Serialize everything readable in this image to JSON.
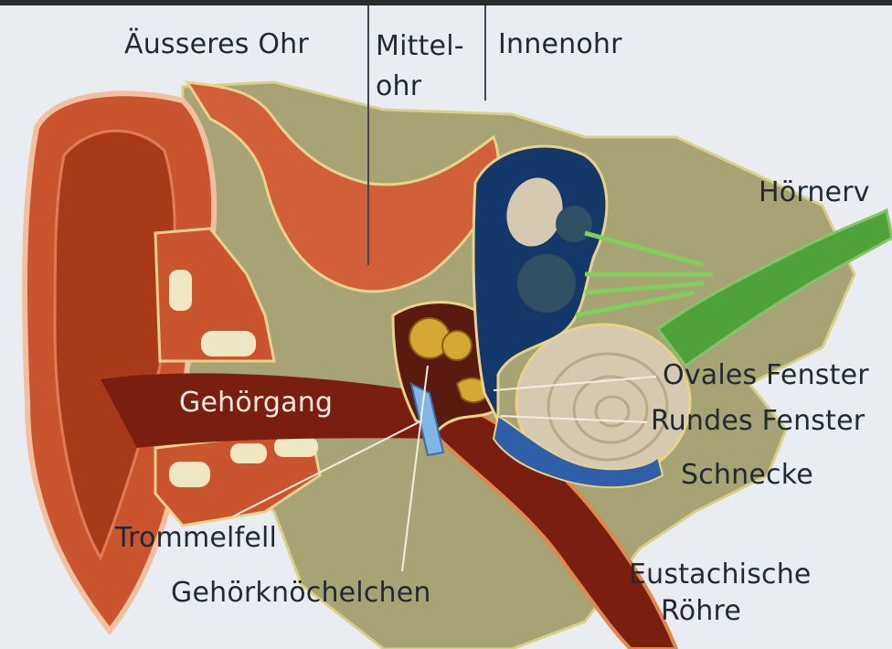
{
  "sections": {
    "outer": "Äusseres Ohr",
    "middle_line1": "Mittel-",
    "middle_line2": "ohr",
    "inner": "Innenohr"
  },
  "labels": {
    "hoernerv": "Hörnerv",
    "ovales_fenster": "Ovales Fenster",
    "rundes_fenster": "Rundes Fenster",
    "schnecke": "Schnecke",
    "gehoergang": "Gehörgang",
    "trommelfell": "Trommelfell",
    "gehoerknoechelchen": "Gehörknöchelchen",
    "eustachische_line1": "Eustachische",
    "eustachische_line2": "Röhre"
  },
  "colors": {
    "background": "#e9edf2",
    "bone": "#a8a374",
    "outer_ear": "#c9542e",
    "canal": "#7a1f0f",
    "inner_ear_blue": "#15386b",
    "nerve_green": "#4fa23a",
    "cochlea": "#d6c9b1",
    "ossicles": "#d7a734"
  }
}
